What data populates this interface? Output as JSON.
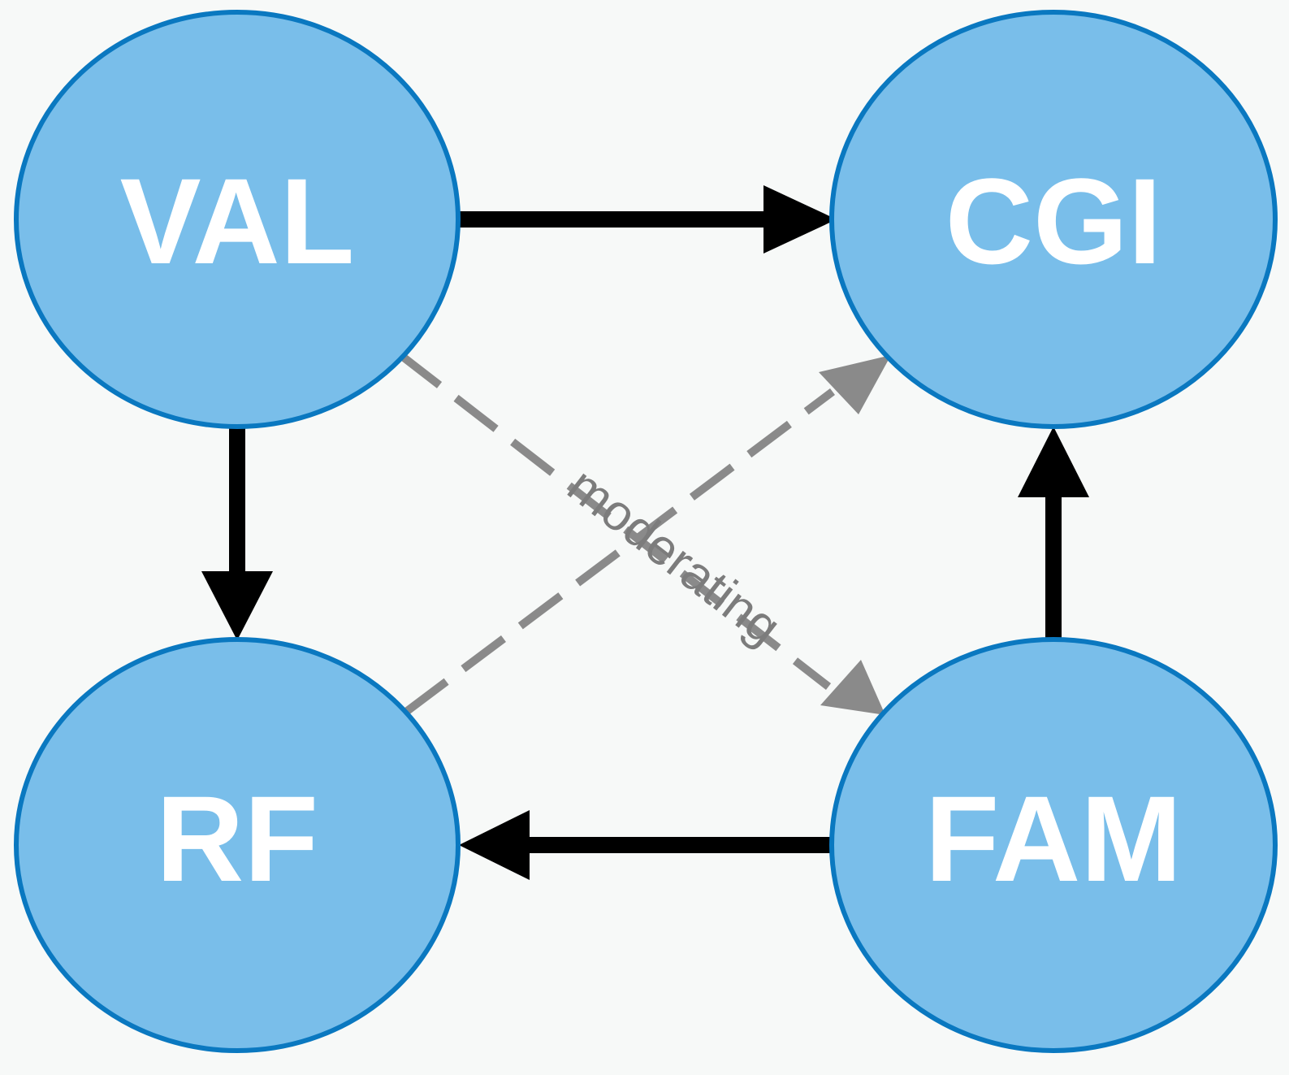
{
  "colors": {
    "background": "#f7f9f8",
    "node_fill": "#79beea",
    "node_stroke": "#0a78c0",
    "node_text": "#ffffff",
    "solid_edge": "#000000",
    "dashed_edge": "#8a8a8a"
  },
  "nodes": {
    "val": {
      "label": "VAL"
    },
    "cgi": {
      "label": "CGI"
    },
    "rf": {
      "label": "RF"
    },
    "fam": {
      "label": "FAM"
    }
  },
  "edges": [
    {
      "from": "VAL",
      "to": "CGI",
      "style": "solid"
    },
    {
      "from": "VAL",
      "to": "RF",
      "style": "solid"
    },
    {
      "from": "FAM",
      "to": "CGI",
      "style": "solid"
    },
    {
      "from": "FAM",
      "to": "RF",
      "style": "solid"
    },
    {
      "from": "VAL",
      "to": "FAM",
      "style": "dashed"
    },
    {
      "from": "RF",
      "to": "CGI",
      "style": "dashed"
    }
  ],
  "edge_label": "moderating"
}
